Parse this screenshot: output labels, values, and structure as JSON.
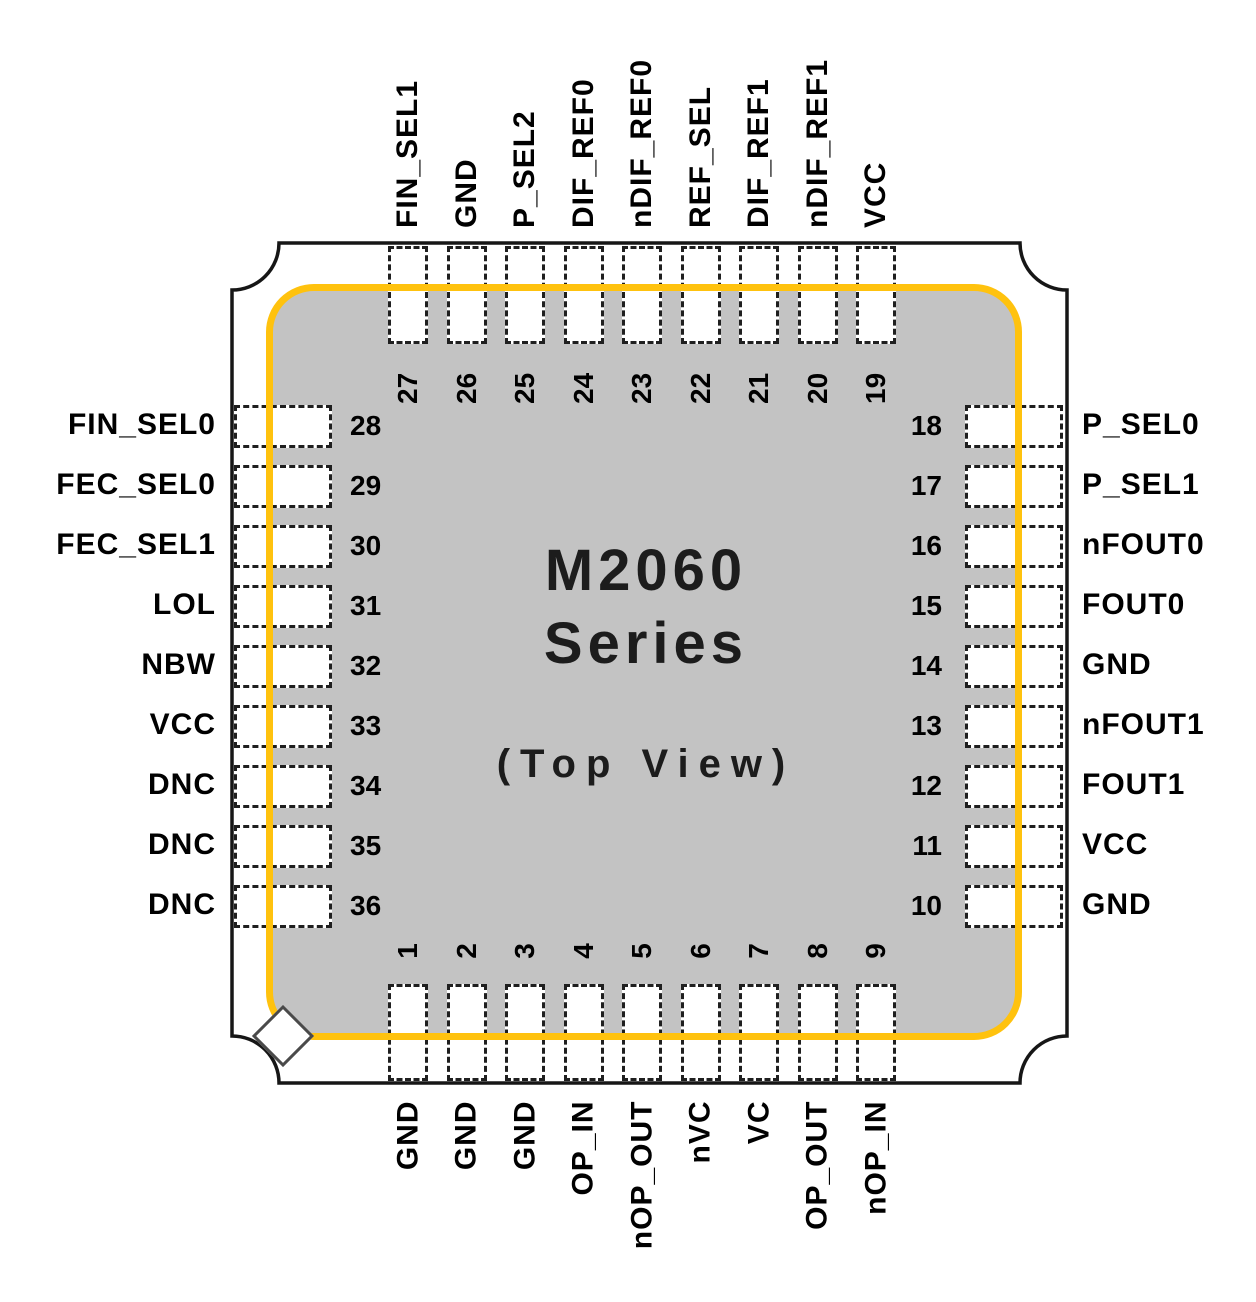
{
  "diagram": {
    "title_line1": "M2060",
    "title_line2": "Series",
    "subtitle": "(Top View)"
  },
  "colors": {
    "body-fill": "#c3c3c3",
    "accent": "#ffc20e"
  },
  "pins": {
    "top": [
      {
        "num": "27",
        "label": "FIN_SEL1"
      },
      {
        "num": "26",
        "label": "GND"
      },
      {
        "num": "25",
        "label": "P_SEL2"
      },
      {
        "num": "24",
        "label": "DIF_REF0"
      },
      {
        "num": "23",
        "label": "nDIF_REF0"
      },
      {
        "num": "22",
        "label": "REF_SEL"
      },
      {
        "num": "21",
        "label": "DIF_REF1"
      },
      {
        "num": "20",
        "label": "nDIF_REF1"
      },
      {
        "num": "19",
        "label": "VCC"
      }
    ],
    "left": [
      {
        "num": "28",
        "label": "FIN_SEL0"
      },
      {
        "num": "29",
        "label": "FEC_SEL0"
      },
      {
        "num": "30",
        "label": "FEC_SEL1"
      },
      {
        "num": "31",
        "label": "LOL"
      },
      {
        "num": "32",
        "label": "NBW"
      },
      {
        "num": "33",
        "label": "VCC"
      },
      {
        "num": "34",
        "label": "DNC"
      },
      {
        "num": "35",
        "label": "DNC"
      },
      {
        "num": "36",
        "label": "DNC"
      }
    ],
    "right": [
      {
        "num": "18",
        "label": "P_SEL0"
      },
      {
        "num": "17",
        "label": "P_SEL1"
      },
      {
        "num": "16",
        "label": "nFOUT0"
      },
      {
        "num": "15",
        "label": "FOUT0"
      },
      {
        "num": "14",
        "label": "GND"
      },
      {
        "num": "13",
        "label": "nFOUT1"
      },
      {
        "num": "12",
        "label": "FOUT1"
      },
      {
        "num": "11",
        "label": "VCC"
      },
      {
        "num": "10",
        "label": "GND"
      }
    ],
    "bottom": [
      {
        "num": "1",
        "label": "GND"
      },
      {
        "num": "2",
        "label": "GND"
      },
      {
        "num": "3",
        "label": "GND"
      },
      {
        "num": "4",
        "label": "OP_IN"
      },
      {
        "num": "5",
        "label": "nOP_OUT"
      },
      {
        "num": "6",
        "label": "nVC"
      },
      {
        "num": "7",
        "label": "VC"
      },
      {
        "num": "8",
        "label": "OP_OUT"
      },
      {
        "num": "9",
        "label": "nOP_IN"
      }
    ]
  }
}
